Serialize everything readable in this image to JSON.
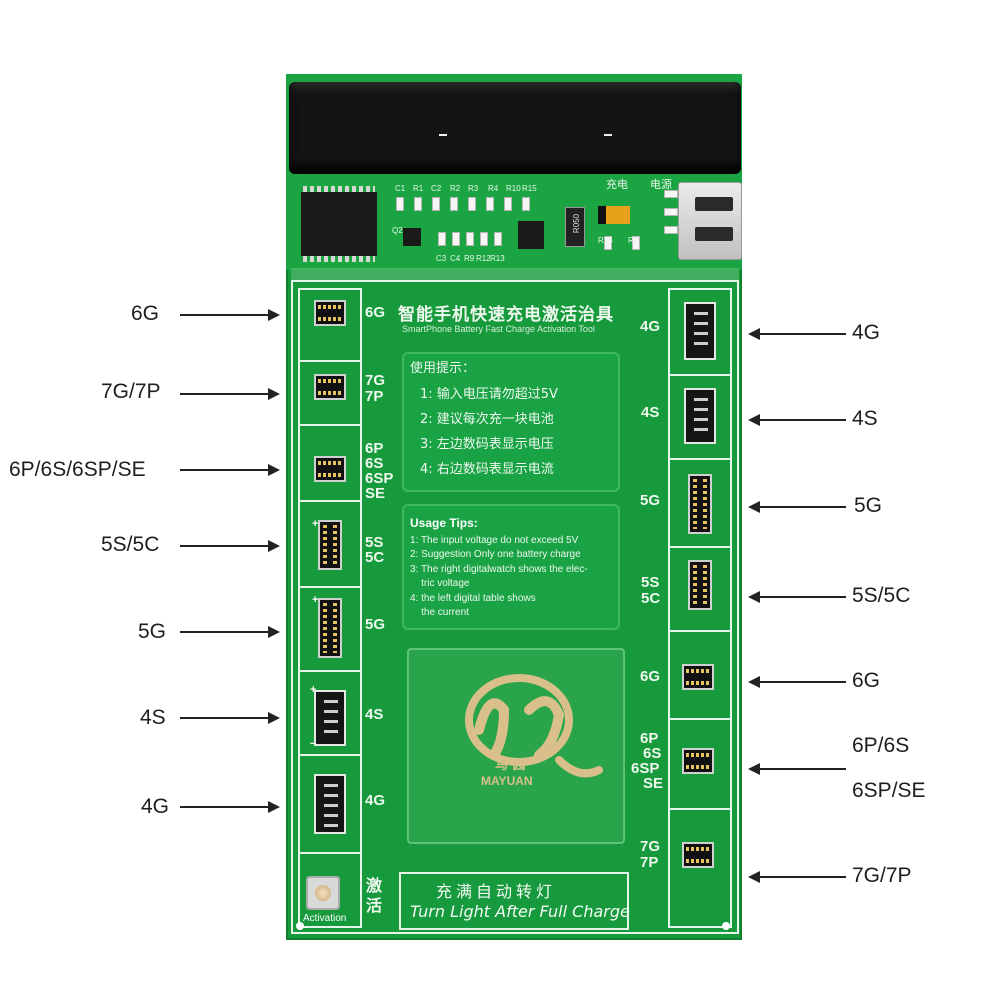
{
  "left_callouts": [
    {
      "text": "6G"
    },
    {
      "text": "7G/7P"
    },
    {
      "text": "6P/6S/6SP/SE"
    },
    {
      "text": "5S/5C"
    },
    {
      "text": "5G"
    },
    {
      "text": "4S"
    },
    {
      "text": "4G"
    }
  ],
  "right_callouts": [
    {
      "text": "4G"
    },
    {
      "text": "4S"
    },
    {
      "text": "5G"
    },
    {
      "text": "5S/5C"
    },
    {
      "text": "6G"
    },
    {
      "text": "6P/6S",
      "text2": "6SP/SE"
    },
    {
      "text": "7G/7P"
    }
  ],
  "board": {
    "silk_top": [
      "充电",
      "电源"
    ],
    "silk_small": [
      "C1",
      "R1",
      "C2",
      "R2",
      "R3",
      "R4",
      "R10",
      "R15",
      "Q2",
      "C3",
      "C4",
      "R9",
      "R12",
      "R13",
      "R14",
      "R8",
      "R050"
    ],
    "title_cn": "智能手机快速充电激活治具",
    "title_en": "SmartPhone Battery Fast Charge Activation Tool",
    "tips_cn_title": "使用提示：",
    "tips_cn": [
      "1:  输入电压请勿超过5V",
      "2:  建议每次充一块电池",
      "3:  左边数码表显示电压",
      "4:  右边数码表显示电流"
    ],
    "usage_title": "Usage Tips:",
    "usage_lines": [
      "1: The input voltage do not exceed 5V",
      "2: Suggestion Only one battery charge",
      "3: The right digitalwatch shows the elec-",
      "    tric voltage",
      "4: the left digital table shows",
      "    the current"
    ],
    "logo_cn": "马 园",
    "logo_en": "MAYUAN",
    "activation_cn": "激活",
    "activation_en": "Activation",
    "bottom_cn": "充满自动转灯",
    "bottom_en": "Turn Light After Full Charge",
    "left_slot_labels": [
      [
        "6G"
      ],
      [
        "7G",
        "7P"
      ],
      [
        "6P",
        "6S",
        "6SP",
        "SE"
      ],
      [
        "5S",
        "5C"
      ],
      [
        "5G"
      ],
      [
        "4S"
      ],
      [
        "4G"
      ]
    ],
    "right_slot_labels": [
      [
        "4G"
      ],
      [
        "4S"
      ],
      [
        "5G"
      ],
      [
        "5S",
        "5C"
      ],
      [
        "6G"
      ],
      [
        "6P",
        "6S",
        "6SP",
        "SE"
      ],
      [
        "7G",
        "7P"
      ]
    ]
  },
  "colors": {
    "pcb": "#169a3c",
    "silkscreen": "#e8f4e9",
    "arrow": "#222222"
  }
}
